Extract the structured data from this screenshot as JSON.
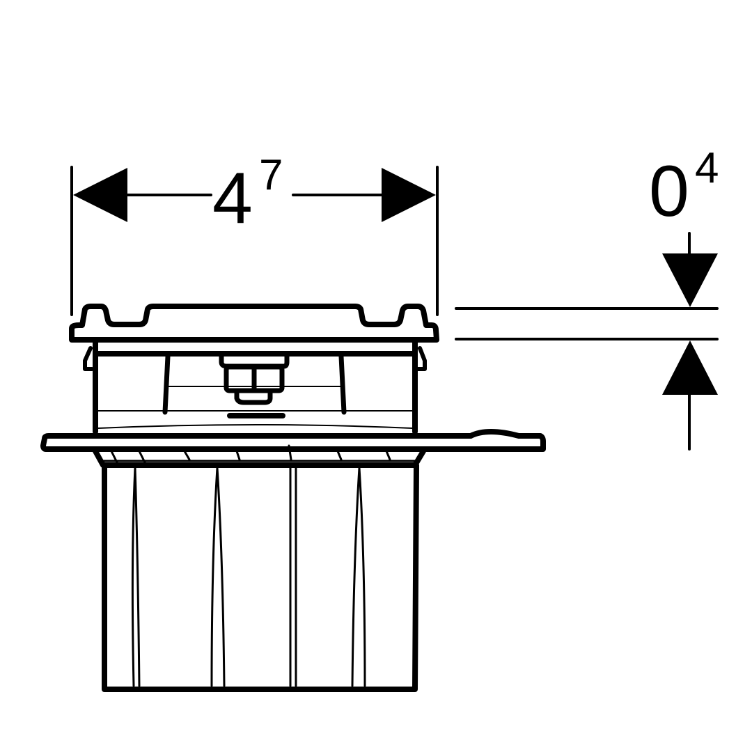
{
  "width_dimension": {
    "main": "4",
    "sup": "7"
  },
  "height_dimension": {
    "main": "0",
    "sup": "4"
  },
  "colors": {
    "ink": "#000000",
    "background": "#ffffff"
  }
}
